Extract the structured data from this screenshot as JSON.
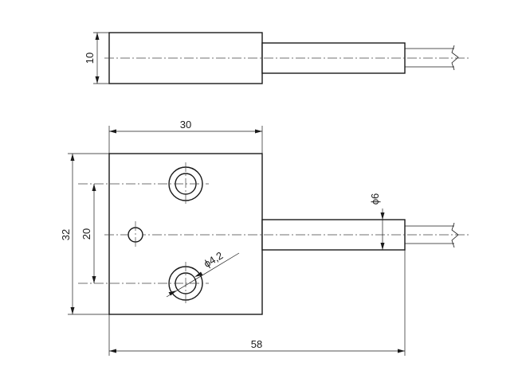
{
  "drawing": {
    "top_view": {
      "height_dim": "10"
    },
    "front_view": {
      "body_width_dim": "30",
      "body_height_dim": "32",
      "hole_spacing_dim": "20",
      "hole_diameter_dim": "ϕ4,2",
      "cable_diameter_dim": "ϕ6",
      "overall_length_dim": "58"
    }
  }
}
